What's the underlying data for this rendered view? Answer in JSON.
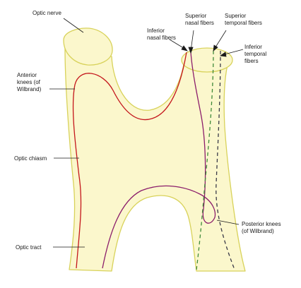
{
  "labels": {
    "optic_nerve": "Optic nerve",
    "anterior_knees": [
      "Anterior",
      "knees (of",
      "Wilbrand)"
    ],
    "optic_chiasm": "Optic chiasm",
    "optic_tract": "Optic tract",
    "inferior_nasal": [
      "Inferior",
      "nasal fibers"
    ],
    "superior_nasal": [
      "Superior",
      "nasal fibers"
    ],
    "superior_temporal": [
      "Superior",
      "temporal fibers"
    ],
    "inferior_temporal": [
      "Inferior",
      "temporal",
      "fibers"
    ],
    "posterior_knees": [
      "Posterior knees",
      "(of Wilbrand)"
    ]
  },
  "colors": {
    "tissue_fill": "#fbf7cc",
    "tissue_outline": "#d8d25a",
    "inferior_nasal_fibers": "#c4161c",
    "superior_nasal_fibers": "#8b1d6b",
    "superior_temporal_fibers": "#3f8a3a",
    "inferior_temporal_fibers": "#3a3a48"
  }
}
